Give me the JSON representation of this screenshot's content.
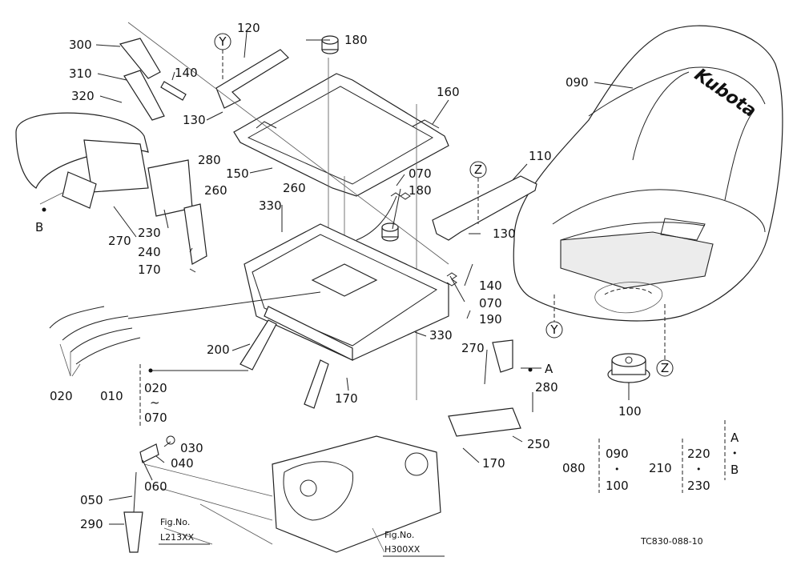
{
  "labels": {
    "p300": "300",
    "p310": "310",
    "p320": "320",
    "p140a": "140",
    "p120": "120",
    "p180a": "180",
    "p130a": "130",
    "p160": "160",
    "p090": "090",
    "p110": "110",
    "p150": "150",
    "p280a": "280",
    "p260a": "260",
    "p260b": "260",
    "p070a": "070",
    "p180b": "180",
    "p130b": "130",
    "p330a": "330",
    "p270a": "270",
    "p230": "230",
    "p240": "240",
    "p170a": "170",
    "p140b": "140",
    "p070b": "070",
    "p190": "190",
    "p200": "200",
    "p330b": "330",
    "p270b": "270",
    "p280b": "280",
    "p020": "020",
    "p010": "010",
    "p020r": "020",
    "prange_tilde": "~",
    "p070r": "070",
    "p170b": "170",
    "p250": "250",
    "p170c": "170",
    "p030": "030",
    "p040": "040",
    "p060": "060",
    "p050": "050",
    "p290": "290",
    "p100": "100",
    "p080": "080",
    "p080a": "090",
    "p080b": "100",
    "p080dot": "•",
    "p210": "210",
    "p210a": "220",
    "p210b": "230",
    "p210dot": "•",
    "pAB_a": "A",
    "pAB_b": "B",
    "pAB_dot": "•"
  },
  "markers": {
    "y_top": "Y",
    "y_bottom": "Y",
    "z_top": "Z",
    "z_bottom": "Z",
    "a": "A",
    "b": "B"
  },
  "references": {
    "fig1_prefix": "Fig.No.",
    "fig1_code": "L213XX",
    "fig2_prefix": "Fig.No.",
    "fig2_code": "H300XX"
  },
  "brand": "Kubota",
  "drawing_code": "TC830-088-10"
}
